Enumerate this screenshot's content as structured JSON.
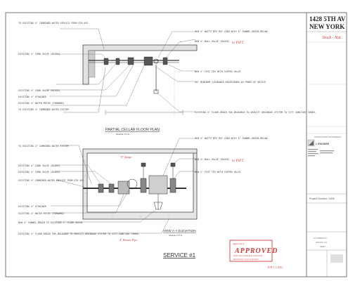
{
  "sheet": {
    "address_line1": "1428 5TH AV",
    "address_line2": "NEW YORK",
    "red_sheet_note": "Stock - Nat"
  },
  "plan_view": {
    "left_notes": [
      "TO EXISTING 4\" COMBINED WATER SERVICE FROM 5TH AVE.",
      "EXISTING 4\" CURB VALVE (BLOCK)",
      "EXISTING 4\" CURB VALVE (BLOCK)",
      "EXISTING 4\" STRAINER",
      "EXISTING 4\" WATER METER (FORWARD)",
      "TO EXISTING 4\" COMBINED WATER SYSTEM"
    ],
    "right_notes": [
      "NEW 4\" WATTS RPZ 957 LEAD WITH 4\" FUNNEL DRAIN BELOW.",
      "NEW 4\" BALL VALVE (BLOCK)",
      "NEW 2\" TEST TEE WITH CAPPED VALVE",
      "30\" MINIMUM CLEARANCE MAINTAINED IN FRONT OF DEVICE",
      "EXISTING 4\" FLOOR DRAIN FOR DRAINAGE TO GRAVITY DRAINAGE SYSTEM TO CITY SANITARY SEWER."
    ],
    "red_note": "to TSFT",
    "caption": "PARTIAL CELLAR FLOOR PLAN",
    "caption_scale": "SCALE: N.T.S."
  },
  "elevation_view": {
    "left_notes": [
      "TO EXISTING 4\" COMBINED WATER SYSTEM",
      "EXISTING 4\" CURB VALVE (BLOCK)",
      "EXISTING 4\" CURB VALVE (BLOCK)",
      "EXISTING 4\" COMBINED WATER SERVICE FROM 5TH AVE.",
      "EXISTING 4\" STRAINER",
      "EXISTING 4\" WATER METER (FORWARD)",
      "NEW 4\" FUNNEL DRAIN TO EXISTING 4\" FLOOR DRAIN",
      "EXISTING 4\" FLOOR DRAIN FOR DRAINAGE TO GRAVITY DRAINAGE SYSTEM TO CITY SANITARY SEWER."
    ],
    "right_notes": [
      "NEW 4\" WATTS RPZ 957 LEAD WITH 4\" FUNNEL DRAIN BELOW.",
      "NEW 4\" BALL VALVE (BLOCK)",
      "NEW 2\" TEST TEE WITH CAPPED VALVE"
    ],
    "red_notes": [
      "to TSFT",
      "4\" flange",
      "4\" Bronze Pipe"
    ],
    "caption": "VIEW A-A ELEVATION",
    "caption_scale": "SCALE: N.T.S."
  },
  "service_label": "SERVICE #1",
  "stamp": {
    "line1": "Approved 6",
    "big": "APPROVED",
    "line2": "DEP Cross Connection Control Unit",
    "line3": "Reviewed by: Cross Connection"
  },
  "signature_date": "JUN 1 1 2012",
  "title_block": {
    "consultant_label": "CONSULTANT ENGINEERS",
    "firm_name": "L ENGINEE",
    "project_number_label": "Project Number: 14DE",
    "drawing_title_1": "PLUMBING R",
    "drawing_title_2": "CROSS CO",
    "drawing_title_3": "SERV"
  }
}
